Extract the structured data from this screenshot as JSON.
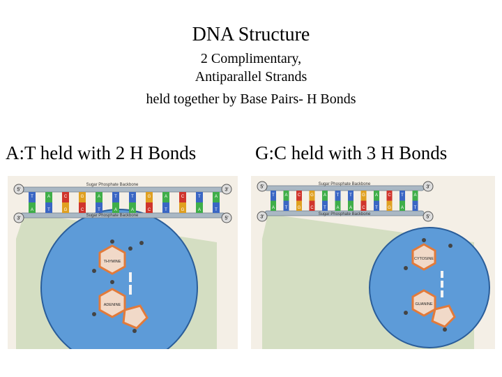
{
  "title": "DNA Structure",
  "subtitle_lines": [
    "2 Complimentary,",
    "Antiparallel Strands",
    "held together by Base Pairs- H Bonds"
  ],
  "captions": {
    "left": "A:T held with 2 H Bonds",
    "right": "G:C held with 3 H Bonds"
  },
  "panels": {
    "left": {
      "backbone_top": "Sugar Phosphate Backbone",
      "backbone_bottom": "Sugar Phosphate Backbone",
      "end_top_left": "5'",
      "end_top_right": "3'",
      "end_bottom_left": "3'",
      "end_bottom_right": "5'",
      "bases_top": [
        "T",
        "A",
        "C",
        "G",
        "A",
        "T",
        "T",
        "G",
        "A",
        "C",
        "T",
        "A"
      ],
      "bases_bottom": [
        "A",
        "T",
        "G",
        "C",
        "T",
        "A",
        "A",
        "C",
        "T",
        "G",
        "A",
        "T"
      ],
      "molecule_top": "THYMINE",
      "molecule_bottom": "ADENINE"
    },
    "right": {
      "backbone_top": "Sugar Phosphate Backbone",
      "backbone_bottom": "Sugar Phosphate Backbone",
      "end_top_left": "5'",
      "end_top_right": "3'",
      "end_bottom_left": "3'",
      "end_bottom_right": "5'",
      "bases_top": [
        "T",
        "A",
        "C",
        "G",
        "A",
        "T",
        "T",
        "G",
        "A",
        "C",
        "T",
        "A"
      ],
      "bases_bottom": [
        "A",
        "T",
        "G",
        "C",
        "T",
        "A",
        "A",
        "C",
        "T",
        "G",
        "A",
        "T"
      ],
      "molecule_top": "CYTOSINE",
      "molecule_bottom": "GUANINE"
    }
  },
  "colors": {
    "A": "#3fae49",
    "T": "#3a66c4",
    "G": "#e0a020",
    "C": "#d0342c",
    "circle_fill": "#5d9bd8",
    "backbone": "#aab8c4",
    "ring": "#e27a3a"
  }
}
